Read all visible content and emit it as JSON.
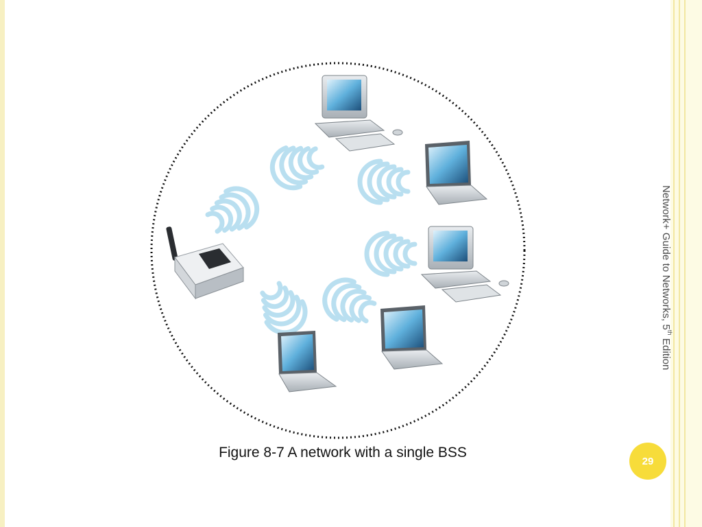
{
  "slide": {
    "caption": "Figure 8-7 A network with a single BSS",
    "footer": {
      "prefix": "Network+ Guide to Networks, 5",
      "sup": "th",
      "suffix": " Edition"
    },
    "page_number": "29"
  },
  "colors": {
    "accent_yellow": "#f7dc3a",
    "border": "#f7f0c2",
    "wave": "#b9dff0"
  },
  "figure": {
    "devices": [
      {
        "name": "wireless-access-point",
        "icon": "router-icon"
      },
      {
        "name": "desktop-top",
        "icon": "desktop-icon"
      },
      {
        "name": "laptop-top-right",
        "icon": "laptop-icon"
      },
      {
        "name": "desktop-right",
        "icon": "desktop-icon"
      },
      {
        "name": "laptop-bottom-center",
        "icon": "laptop-icon"
      },
      {
        "name": "laptop-bottom-left",
        "icon": "laptop-icon"
      }
    ]
  }
}
